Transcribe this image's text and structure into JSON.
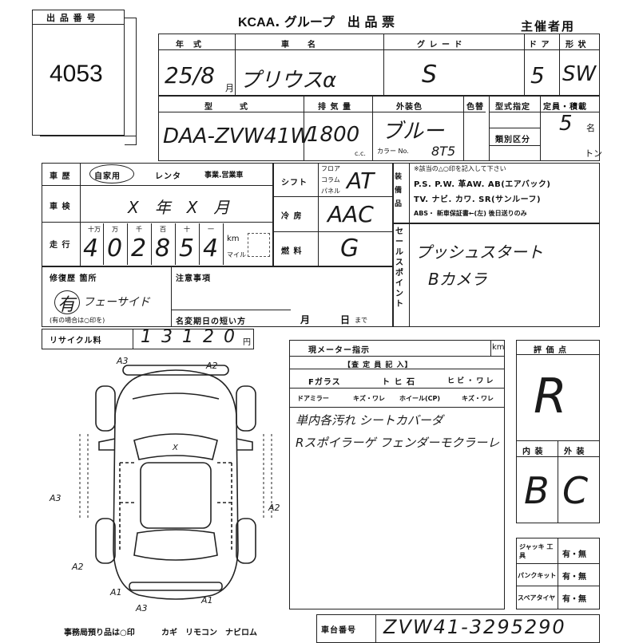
{
  "header": {
    "lot_label": "出 品 番 号",
    "lot_number": "4053",
    "title_brand": "KCAA",
    "title_rest": ". グループ　出 品 票",
    "organizer": "主催者用"
  },
  "row1": {
    "year_label": "年　式",
    "car_label": "車　　名",
    "grade_label": "グ レ ー ド",
    "doors_label": "ド ア",
    "shape_label": "形 状",
    "year_value": "25/8",
    "month_unit": "月",
    "car_value": "プリウスα",
    "grade_value": "S",
    "doors_value": "5",
    "shape_value": "SW"
  },
  "row2": {
    "model_label": "型　　　式",
    "displacement_label": "排 気 量",
    "color_label": "外装色",
    "color_change_label": "色替",
    "type_spec_label": "型式指定",
    "capacity_label": "定員・積載",
    "class_label": "類別区分",
    "model_value": "DAA-ZVW41W",
    "displacement_value": "1800",
    "cc_unit": "c.c.",
    "color_value": "ブルー",
    "color_no_label": "カラー No.",
    "color_no_value": "8T5",
    "capacity_value": "5",
    "capacity_unit": "名",
    "ton_unit": "トン"
  },
  "history": {
    "history_label": "車 歴",
    "options": [
      "自家用",
      "レンタ",
      "事業.営業車"
    ],
    "inspection_label": "車 検",
    "inspection_value": "X　年　X　月",
    "mileage_label": "走 行",
    "digit_units": [
      "十万",
      "万",
      "千",
      "百",
      "十",
      "一"
    ],
    "mileage_digits": [
      "4",
      "0",
      "2",
      "8",
      "5",
      "4"
    ],
    "km_label": "km",
    "mile_label": "マイル"
  },
  "mid": {
    "shift_label": "シフト",
    "shift_options": [
      "フロア",
      "コラム",
      "パネル"
    ],
    "shift_value": "AT",
    "ac_label": "冷 房",
    "ac_value": "AAC",
    "fuel_label": "燃 料",
    "fuel_value": "G"
  },
  "equipment": {
    "label": "装 備 品",
    "note": "※該当の△○印を",
    "note_tail": "記入して下さい",
    "line1": "P.S. P.W. 革AW. AB(エアバック)",
    "line2": "TV. ナビ. カワ. SR(サンルーフ)",
    "line3": "ABS・ 新車保証書←(左) 後日送りのみ"
  },
  "sales_point": {
    "label": "セールスポイント",
    "line1": "プッシュスタート",
    "line2": "Bカメラ"
  },
  "repair": {
    "label": "修復歴 箇所",
    "value": "有",
    "detail": "フェーサイド",
    "note": "(有の場合は○印を)"
  },
  "caution": {
    "label": "注意事項",
    "short_change_label": "名変期日の短い方",
    "month_label": "月",
    "day_label": "日",
    "made_label": "まで"
  },
  "recycle": {
    "label": "リサイクル料",
    "value": "13120",
    "yen": "円"
  },
  "inspector": {
    "meter_label": "現メーター指示",
    "km": "km",
    "section_label": "【査 定 員 記 入】",
    "fglass_label": "Fガラス",
    "fglass_options": "ト ヒ 石",
    "crack_options": "ヒ ビ ・ ワ レ",
    "mirror_label": "ドアミラー",
    "mirror_options": "キズ・ワレ",
    "wheel_label": "ホイール(CP)",
    "wheel_options": "キズ・ワレ",
    "note1": "単内各汚れ シートカバーダ",
    "note2": "Rスポイラーゲ フェンダーモクラーレ"
  },
  "scores": {
    "overall_label": "評 価 点",
    "overall_value": "R",
    "interior_label": "内 装",
    "exterior_label": "外 装",
    "interior_value": "B",
    "exterior_value": "C"
  },
  "jack": {
    "jack_label": "ジャッキ 工具",
    "jack_value": "有・無",
    "puncture_label": "パンクキット",
    "puncture_value": "有・無",
    "spare_label": "スペアタイヤ",
    "spare_value": "有・無"
  },
  "diagram": {
    "marks": [
      "A3",
      "A2",
      "A3",
      "A2",
      "A2",
      "A1",
      "A1",
      "A3",
      "X"
    ]
  },
  "footer": {
    "office_note": "事務局預り品は○印",
    "items": "カギ　リモコン　ナビロム",
    "chassis_label": "車台番号",
    "chassis_value": "ZVW41-3295290"
  }
}
